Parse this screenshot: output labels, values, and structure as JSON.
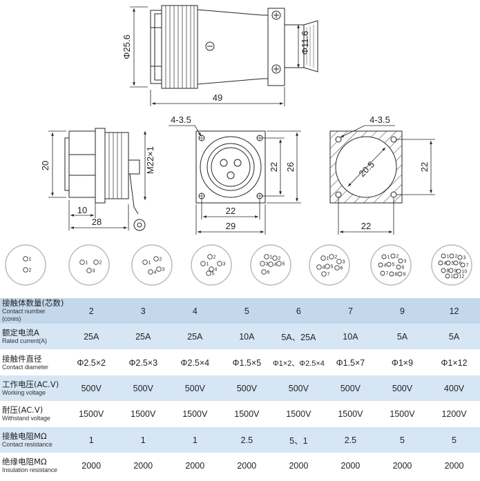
{
  "dimensions": {
    "side_diameter": "Φ25.6",
    "cable_diameter": "Φ11.6",
    "total_length": "49",
    "holes_a": "4-3.5",
    "holes_b": "4-3.5",
    "body_height": "20",
    "thread": "M22×1",
    "flange_offset": "10",
    "mount_length": "28",
    "flange_hole_pitch_v": "22",
    "flange_height": "26",
    "flange_hole_pitch_h": "22",
    "flange_width": "29",
    "cutout_diameter": "20.5",
    "cutout_pitch_v": "22",
    "cutout_pitch_h": "22"
  },
  "pin_layouts": [
    {
      "count": 2,
      "numbers": [
        "1",
        "2"
      ]
    },
    {
      "count": 3,
      "numbers": [
        "1",
        "2",
        "3"
      ]
    },
    {
      "count": 4,
      "numbers": [
        "1",
        "2",
        "3",
        "4"
      ]
    },
    {
      "count": 5,
      "numbers": [
        "1",
        "2",
        "3",
        "4",
        "5"
      ]
    },
    {
      "count": 6,
      "numbers": [
        "1",
        "2",
        "3",
        "4",
        "5",
        "6"
      ]
    },
    {
      "count": 7,
      "numbers": [
        "1",
        "2",
        "3",
        "4",
        "5",
        "6",
        "7"
      ]
    },
    {
      "count": 9,
      "numbers": [
        "1",
        "2",
        "3",
        "4",
        "5",
        "6",
        "7",
        "8",
        "9"
      ]
    },
    {
      "count": 12,
      "numbers": [
        "1",
        "2",
        "3",
        "4",
        "5",
        "6",
        "7",
        "8",
        "9",
        "10",
        "11",
        "12"
      ]
    }
  ],
  "spec_table": {
    "rows": [
      {
        "zh": "接触体数量(芯数)",
        "en": "Contact number (cores)",
        "values": [
          "2",
          "3",
          "4",
          "5",
          "6",
          "7",
          "9",
          "12"
        ]
      },
      {
        "zh": "额定电流A",
        "en": "Rated current(A)",
        "values": [
          "25A",
          "25A",
          "25A",
          "10A",
          "5A、25A",
          "10A",
          "5A",
          "5A"
        ]
      },
      {
        "zh": "接触件直径",
        "en": "Contact diameter",
        "values": [
          "Φ2.5×2",
          "Φ2.5×3",
          "Φ2.5×4",
          "Φ1.5×5",
          "Φ1×2、Φ2.5×4",
          "Φ1.5×7",
          "Φ1×9",
          "Φ1×12"
        ]
      },
      {
        "zh": "工作电压(AC.V)",
        "en": "Working voltage",
        "values": [
          "500V",
          "500V",
          "500V",
          "500V",
          "500V",
          "500V",
          "500V",
          "400V"
        ]
      },
      {
        "zh": "耐压(AC.V)",
        "en": "Withstand voltage",
        "values": [
          "1500V",
          "1500V",
          "1500V",
          "1500V",
          "1500V",
          "1500V",
          "1500V",
          "1200V"
        ]
      },
      {
        "zh": "接触电阻MΩ",
        "en": "Contact resistance",
        "values": [
          "1",
          "1",
          "1",
          "2.5",
          "5、1",
          "2.5",
          "5",
          "5"
        ]
      },
      {
        "zh": "绝缘电阻MΩ",
        "en": "Insulation resistance",
        "values": [
          "2000",
          "2000",
          "2000",
          "2000",
          "2000",
          "2000",
          "2000",
          "2000"
        ]
      }
    ]
  }
}
